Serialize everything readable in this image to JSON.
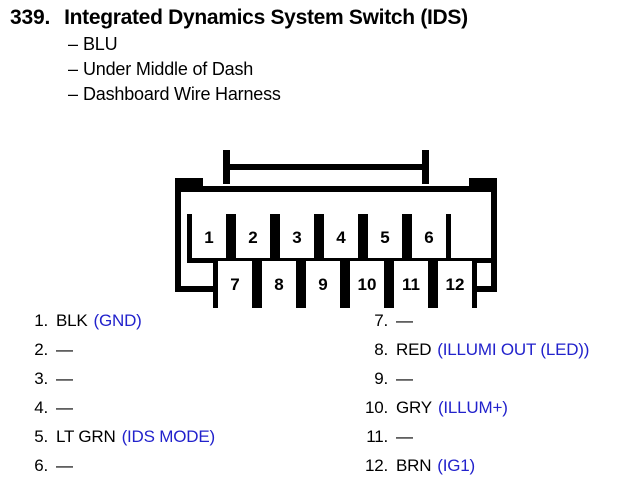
{
  "header": {
    "number": "339.",
    "title": "Integrated Dynamics System Switch (IDS)",
    "sub_items": [
      {
        "dash": "–",
        "text": "BLU"
      },
      {
        "dash": "–",
        "text": "Under Middle of Dash"
      },
      {
        "dash": "–",
        "text": "Dashboard Wire Harness"
      }
    ]
  },
  "connector": {
    "top_row": [
      "1",
      "2",
      "3",
      "4",
      "5",
      "6"
    ],
    "bottom_row": [
      "7",
      "8",
      "9",
      "10",
      "11",
      "12"
    ]
  },
  "colors": {
    "signal_blue": "#2222cc",
    "outline_black": "#000000",
    "background": "#ffffff"
  },
  "pins_left": [
    {
      "num": "1.",
      "wire": "BLK",
      "signal": "(GND)"
    },
    {
      "num": "2.",
      "wire": "—",
      "signal": ""
    },
    {
      "num": "3.",
      "wire": "—",
      "signal": ""
    },
    {
      "num": "4.",
      "wire": "—",
      "signal": ""
    },
    {
      "num": "5.",
      "wire": "LT GRN",
      "signal": "(IDS MODE)"
    },
    {
      "num": "6.",
      "wire": "—",
      "signal": ""
    }
  ],
  "pins_right": [
    {
      "num": "7.",
      "wire": "—",
      "signal": ""
    },
    {
      "num": "8.",
      "wire": "RED",
      "signal": "(ILLUMI OUT (LED))"
    },
    {
      "num": "9.",
      "wire": "—",
      "signal": ""
    },
    {
      "num": "10.",
      "wire": "GRY",
      "signal": "(ILLUM+)"
    },
    {
      "num": "11.",
      "wire": "—",
      "signal": ""
    },
    {
      "num": "12.",
      "wire": "BRN",
      "signal": "(IG1)"
    }
  ]
}
